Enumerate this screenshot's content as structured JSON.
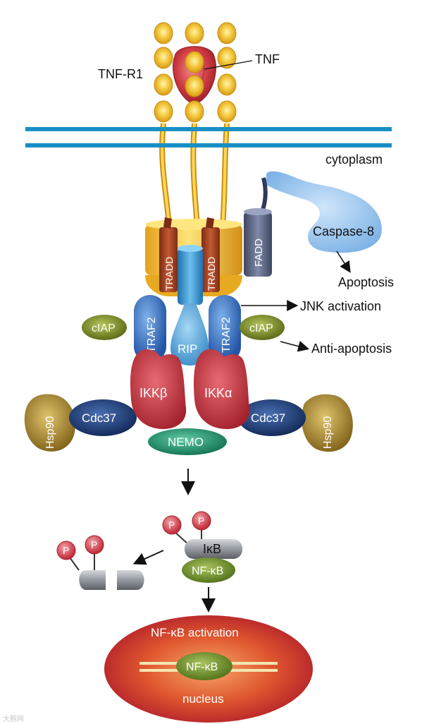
{
  "labels": {
    "tnf_r1": "TNF-R1",
    "tnf": "TNF",
    "cytoplasm": "cytoplasm",
    "caspase8": "Caspase-8",
    "apoptosis": "Apoptosis",
    "fadd": "FADD",
    "tradd": "TRADD",
    "traf2": "TRAF2",
    "ciap": "cIAP",
    "rip": "RIP",
    "jnk": "JNK activation",
    "anti_apoptosis": "Anti-apoptosis",
    "ikk_beta": "IKKβ",
    "ikk_alpha": "IKKα",
    "cdc37": "Cdc37",
    "hsp90": "Hsp90",
    "nemo": "NEMO",
    "phospho": "P",
    "ikb": "IκB",
    "nfkb": "NF-κB",
    "nfkb_activation": "NF-κB activation",
    "nucleus": "nucleus",
    "watermark": "大腕网"
  },
  "colors": {
    "membrane": "#1a8fc4",
    "bead": "#f2c23a",
    "tnf": "#c8303a",
    "tradd": "#a9452a",
    "fadd": "#5f6a86",
    "traf2": "#3a74c2",
    "rip": "#52a3d9",
    "ciap": "#7d8d2e",
    "ikk": "#c93a44",
    "cdc37": "#1f3f7d",
    "hsp90": "#a2832e",
    "nemo": "#2a9c78",
    "phospho": "#d4404c",
    "ikb": "#7b7f85",
    "nfkb": "#6b8c2d",
    "nucleus": "#cc2f2f"
  }
}
